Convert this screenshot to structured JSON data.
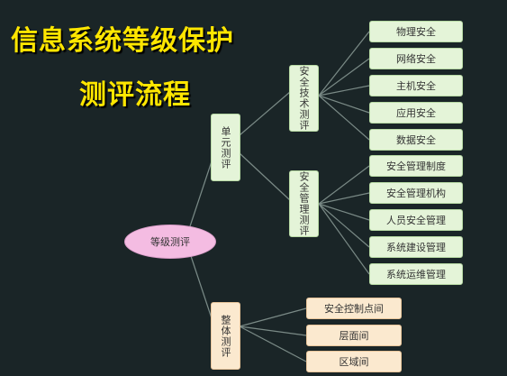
{
  "title": {
    "line1": "信息系统等级保护",
    "line2": "测评流程"
  },
  "colors": {
    "background": "#1a2527",
    "title": "#ffe600",
    "leaf_green": "#e4f4d8",
    "leaf_orange": "#fbe9cf",
    "root_pink": "#f4bce2",
    "connector": "#7a8a86"
  },
  "diagram": {
    "root": "等级测评",
    "unit": {
      "label": "单元测评",
      "tech": {
        "label": "安全技术测评",
        "items": [
          "物理安全",
          "网络安全",
          "主机安全",
          "应用安全",
          "数据安全"
        ]
      },
      "mgmt": {
        "label": "安全管理测评",
        "items": [
          "安全管理制度",
          "安全管理机构",
          "人员安全管理",
          "系统建设管理",
          "系统运维管理"
        ]
      }
    },
    "overall": {
      "label": "整体测评",
      "items": [
        "安全控制点间",
        "层面间",
        "区域间"
      ]
    }
  }
}
